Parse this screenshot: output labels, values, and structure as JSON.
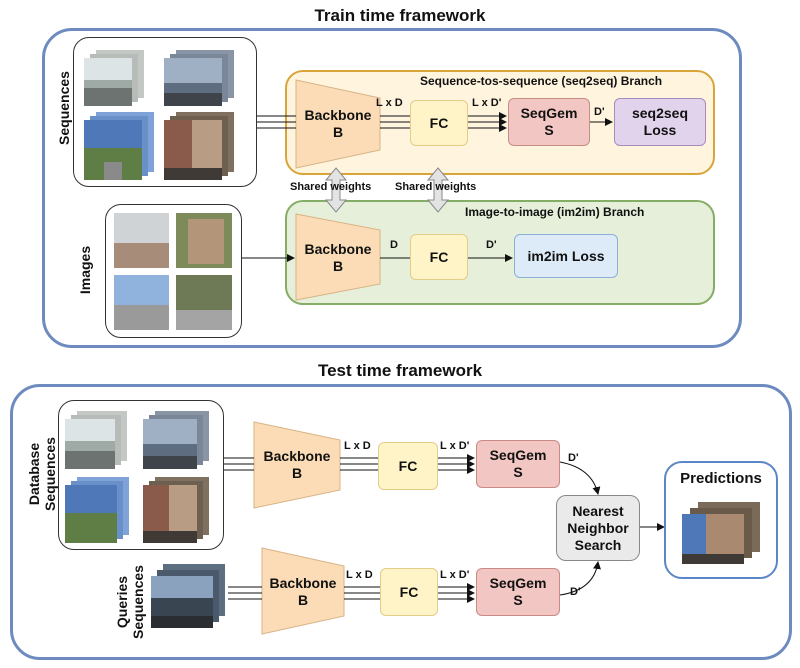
{
  "train": {
    "title": "Train time framework",
    "sequences_label": "Sequences",
    "images_label": "Images",
    "seq2seq_branch": "Sequence-tos-sequence (seq2seq) Branch",
    "im2im_branch": "Image-to-image (im2im) Branch",
    "backbone": [
      "Backbone",
      "B"
    ],
    "fc": "FC",
    "seqgem": [
      "SeqGem",
      "S"
    ],
    "seq2seq_loss": [
      "seq2seq",
      "Loss"
    ],
    "im2im_loss": "im2im Loss",
    "shared_weights_1": "Shared weights",
    "shared_weights_2": "Shared weights",
    "lxd": "L x D",
    "lxdp": "L x D'",
    "dp": "D'",
    "d": "D",
    "d2": "D'"
  },
  "test": {
    "title": "Test time framework",
    "database_label": [
      "Database",
      "Sequences"
    ],
    "queries_label": [
      "Queries",
      "Sequences"
    ],
    "backbone": [
      "Backbone",
      "B"
    ],
    "fc": "FC",
    "seqgem": [
      "SeqGem",
      "S"
    ],
    "lxd": "L x D",
    "lxdp": "L x D'",
    "dp_top": "D'",
    "dp_bottom": "D'",
    "nns": [
      "Nearest",
      "Neighbor",
      "Search"
    ],
    "predictions": "Predictions"
  },
  "colors": {
    "frame": "#6e8bbf",
    "backbone": "#fbdcb6",
    "fc": "#fff3c8",
    "seqgem": "#f2c7c3",
    "seq2seq_loss": "#e2d3ec",
    "im2im_loss": "#ddeaf8",
    "orange_branch": "#fff4de",
    "green_branch": "#e5efd9"
  }
}
